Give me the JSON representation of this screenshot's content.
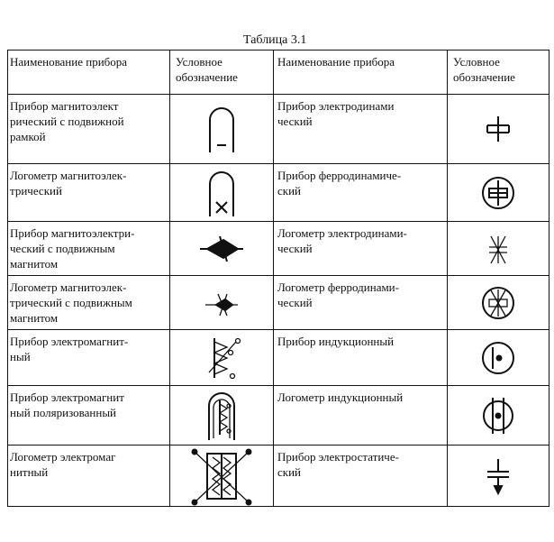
{
  "caption": "Таблица 3.1",
  "headers": {
    "name_left": "Наименование прибора",
    "symbol_left": "Условное\nобозначение",
    "name_right": "Наименование прибора",
    "symbol_right": "Условное\nобозначение"
  },
  "rows": [
    {
      "left": "Прибор магнитоэлект\nрический с подвижной\nрамкой",
      "left_icon": "magnetoelectric-moving-coil-icon",
      "right": "Прибор электродинами\nческий",
      "right_icon": "electrodynamic-icon"
    },
    {
      "left": "Логометр магнитоэлек-\nтрический",
      "left_icon": "magnetoelectric-ratiometer-icon",
      "right": "Прибор ферродинамиче-\nский",
      "right_icon": "ferrodynamic-icon"
    },
    {
      "left": "Прибор магнитоэлектри-\nческий с подвижным\nмагнитом",
      "left_icon": "moving-magnet-icon",
      "right": "Логометр электродинами-\nческий",
      "right_icon": "electrodynamic-ratiometer-icon"
    },
    {
      "left": "Логометр магнитоэлек-\nтрический с подвижным\nмагнитом",
      "left_icon": "moving-magnet-ratiometer-icon",
      "right": "Логометр ферродинами-\nческий",
      "right_icon": "ferrodynamic-ratiometer-icon"
    },
    {
      "left": "Прибор электромагнит-\nный",
      "left_icon": "electromagnetic-icon",
      "right": "Прибор индукционный",
      "right_icon": "induction-icon"
    },
    {
      "left": "Прибор электромагнит\nный поляризованный",
      "left_icon": "polarized-electromagnetic-icon",
      "right": "Логометр индукционный",
      "right_icon": "induction-ratiometer-icon"
    },
    {
      "left": "Логометр электромаг\nнитный",
      "left_icon": "electromagnetic-ratiometer-icon",
      "right": "Прибор электростатиче-\nский",
      "right_icon": "electrostatic-icon"
    }
  ]
}
